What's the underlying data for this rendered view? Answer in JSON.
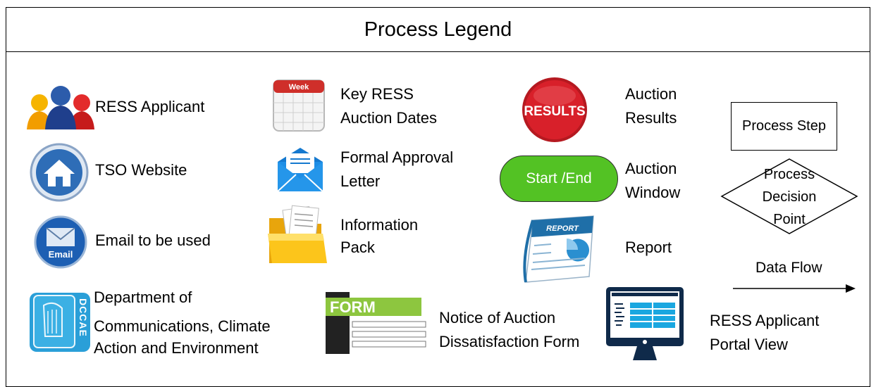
{
  "title": "Process Legend",
  "items": {
    "ress_applicant": "RESS Applicant",
    "tso_website": "TSO Website",
    "email": "Email to be used",
    "department": [
      "Department of",
      "Communications, Climate",
      "Action and Environment"
    ],
    "dccae_logo_text": "DCCAE",
    "key_dates": [
      "Key RESS",
      "Auction Dates"
    ],
    "calendar_label": "Week",
    "approval_letter": [
      "Formal Approval",
      "Letter"
    ],
    "info_pack": [
      "Information",
      "Pack"
    ],
    "notice_form": [
      "Notice of Auction",
      "Dissatisfaction Form"
    ],
    "form_label": "FORM",
    "auction_results": [
      "Auction",
      "Results"
    ],
    "results_label": "RESULTS",
    "start_end": "Start /End",
    "auction_window": [
      "Auction",
      "Window"
    ],
    "report": "Report",
    "report_label": "REPORT",
    "portal_view": [
      "RESS Applicant",
      "Portal View"
    ],
    "email_label": "Email",
    "process_step": "Process Step",
    "decision_point": [
      "Process",
      "Decision",
      "Point"
    ],
    "data_flow": "Data Flow"
  },
  "colors": {
    "results_red": "#d8202a",
    "start_end_green": "#53c224",
    "form_green": "#8dc63f",
    "house_blue": "#2e6db7",
    "portal_blue": "#1aa7e0"
  }
}
